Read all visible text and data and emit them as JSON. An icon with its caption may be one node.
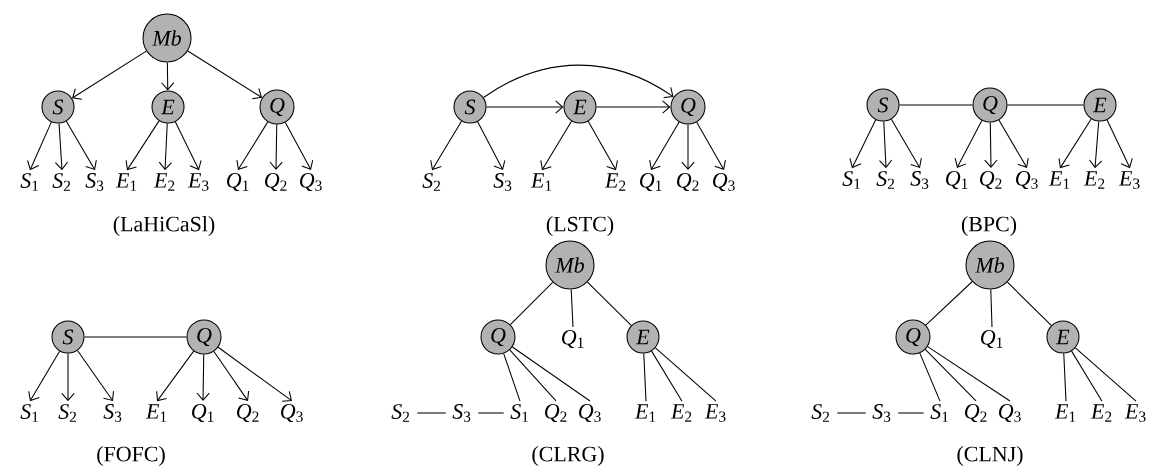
{
  "diagram": {
    "nodes": [
      {
        "text": [
          "*Mb*"
        ]
      },
      {
        "text": [
          "*S*"
        ]
      },
      {
        "text": [
          "*E*"
        ]
      },
      {
        "text": [
          "*Q*"
        ]
      },
      {
        "text": [
          "*S*$_{1}$"
        ]
      },
      {
        "text": [
          "*S*$_{2}$"
        ]
      },
      {
        "text": [
          "*S*$_{3}$"
        ]
      },
      {
        "text": [
          "*E*$_{1}$"
        ]
      },
      {
        "text": [
          "*E*$_{2}$"
        ]
      },
      {
        "text": [
          "*E*$_{3}$"
        ]
      },
      {
        "text": [
          "*Q*$_{1}$"
        ]
      },
      {
        "text": [
          "*Q*$_{2}$"
        ]
      },
      {
        "text": [
          "*Q*$_{3}$"
        ]
      },
      {
        "text": [
          "*S*"
        ]
      },
      {
        "text": [
          "*E*"
        ]
      },
      {
        "text": [
          "*Q*"
        ]
      },
      {
        "text": [
          "*S*$_{2}$"
        ]
      },
      {
        "text": [
          "*S*$_{3}$"
        ]
      },
      {
        "text": [
          "*E*$_{1}$"
        ]
      },
      {
        "text": [
          "*E*$_{2}$"
        ]
      },
      {
        "text": [
          "*Q*$_{1}$"
        ]
      },
      {
        "text": [
          "*Q*$_{2}$"
        ]
      },
      {
        "text": [
          "*Q*$_{3}$"
        ]
      },
      {
        "text": [
          "*S*"
        ]
      },
      {
        "text": [
          "*Q*"
        ]
      },
      {
        "text": [
          "*E*"
        ]
      },
      {
        "text": [
          "*S*$_{1}$"
        ]
      },
      {
        "text": [
          "*S*$_{2}$"
        ]
      },
      {
        "text": [
          "*S*$_{3}$"
        ]
      },
      {
        "text": [
          "*Q*$_{1}$"
        ]
      },
      {
        "text": [
          "*Q*$_{2}$"
        ]
      },
      {
        "text": [
          "*Q*$_{3}$"
        ]
      },
      {
        "text": [
          "*E*$_{1}$"
        ]
      },
      {
        "text": [
          "*E*$_{2}$"
        ]
      },
      {
        "text": [
          "*E*$_{3}$"
        ]
      },
      {
        "text": [
          "*S*"
        ]
      },
      {
        "text": [
          "*Q*"
        ]
      },
      {
        "text": [
          "*S*$_{1}$"
        ]
      },
      {
        "text": [
          "*S*$_{2}$"
        ]
      },
      {
        "text": [
          "*S*$_{3}$"
        ]
      },
      {
        "text": [
          "*E*$_{1}$"
        ]
      },
      {
        "text": [
          "*Q*$_{1}$"
        ]
      },
      {
        "text": [
          "*Q*$_{2}$"
        ]
      },
      {
        "text": [
          "*Q*$_{3}$"
        ]
      },
      {
        "text": [
          "*Mb*"
        ]
      },
      {
        "text": [
          "*Q*"
        ]
      },
      {
        "text": [
          "*Q*$_{1}$"
        ]
      },
      {
        "text": [
          "*E*"
        ]
      },
      {
        "text": [
          "*S*$_{2}$"
        ]
      },
      {
        "text": [
          "*S*$_{3}$"
        ]
      },
      {
        "text": [
          "*S*$_{1}$"
        ]
      },
      {
        "text": [
          "*Q*$_{2}$"
        ]
      },
      {
        "text": [
          "*Q*$_{3}$"
        ]
      },
      {
        "text": [
          "*E*$_{1}$"
        ]
      },
      {
        "text": [
          "*E*$_{2}$"
        ]
      },
      {
        "text": [
          "*E*$_{3}$"
        ]
      },
      {
        "text": [
          "*Mb*"
        ]
      },
      {
        "text": [
          "*Q*"
        ]
      },
      {
        "text": [
          "*Q*$_{1}$"
        ]
      },
      {
        "text": [
          "*E*"
        ]
      },
      {
        "text": [
          "*S*$_{2}$"
        ]
      },
      {
        "text": [
          "*S*$_{3}$"
        ]
      },
      {
        "text": [
          "*S*$_{1}$"
        ]
      },
      {
        "text": [
          "*Q*$_{2}$"
        ]
      },
      {
        "text": [
          "*Q*$_{3}$"
        ]
      },
      {
        "text": [
          "*E*$_{1}$"
        ]
      },
      {
        "text": [
          "*E*$_{2}$"
        ]
      },
      {
        "text": [
          "*E*$_{3}$"
        ]
      }
    ],
    "edges": [
      {
        "from": 0,
        "to": 1,
        "arrow": "to"
      },
      {
        "from": 0,
        "to": 2,
        "arrow": "to"
      },
      {
        "from": 0,
        "to": 3,
        "arrow": "to"
      },
      {
        "from": 1,
        "to": 4,
        "arrow": "to"
      },
      {
        "from": 1,
        "to": 5,
        "arrow": "to"
      },
      {
        "from": 1,
        "to": 6,
        "arrow": "to"
      },
      {
        "from": 2,
        "to": 7,
        "arrow": "to"
      },
      {
        "from": 2,
        "to": 8,
        "arrow": "to"
      },
      {
        "from": 2,
        "to": 9,
        "arrow": "to"
      },
      {
        "from": 3,
        "to": 10,
        "arrow": "to"
      },
      {
        "from": 3,
        "to": 11,
        "arrow": "to"
      },
      {
        "from": 3,
        "to": 12,
        "arrow": "to"
      },
      {
        "from": 13,
        "to": 14,
        "arrow": "to"
      },
      {
        "from": 14,
        "to": 15,
        "arrow": "to"
      },
      {
        "from": 13,
        "to": 15,
        "arrow": "to"
      },
      {
        "from": 13,
        "to": 16,
        "arrow": "to"
      },
      {
        "from": 13,
        "to": 17,
        "arrow": "to"
      },
      {
        "from": 14,
        "to": 18,
        "arrow": "to"
      },
      {
        "from": 14,
        "to": 19,
        "arrow": "to"
      },
      {
        "from": 15,
        "to": 20,
        "arrow": "to"
      },
      {
        "from": 15,
        "to": 21,
        "arrow": "to"
      },
      {
        "from": 15,
        "to": 22,
        "arrow": "to"
      },
      {
        "from": 23,
        "to": 24,
        "arrow": "none"
      },
      {
        "from": 24,
        "to": 25,
        "arrow": "none"
      },
      {
        "from": 23,
        "to": 26,
        "arrow": "to"
      },
      {
        "from": 23,
        "to": 27,
        "arrow": "to"
      },
      {
        "from": 23,
        "to": 28,
        "arrow": "to"
      },
      {
        "from": 24,
        "to": 29,
        "arrow": "to"
      },
      {
        "from": 24,
        "to": 30,
        "arrow": "to"
      },
      {
        "from": 24,
        "to": 31,
        "arrow": "to"
      },
      {
        "from": 25,
        "to": 32,
        "arrow": "to"
      },
      {
        "from": 25,
        "to": 33,
        "arrow": "to"
      },
      {
        "from": 25,
        "to": 34,
        "arrow": "to"
      },
      {
        "from": 35,
        "to": 36,
        "arrow": "none"
      },
      {
        "from": 35,
        "to": 37,
        "arrow": "to"
      },
      {
        "from": 35,
        "to": 38,
        "arrow": "to"
      },
      {
        "from": 35,
        "to": 39,
        "arrow": "to"
      },
      {
        "from": 36,
        "to": 40,
        "arrow": "to"
      },
      {
        "from": 36,
        "to": 41,
        "arrow": "to"
      },
      {
        "from": 36,
        "to": 42,
        "arrow": "to"
      },
      {
        "from": 36,
        "to": 43,
        "arrow": "to"
      },
      {
        "from": 44,
        "to": 45,
        "arrow": "none"
      },
      {
        "from": 44,
        "to": 46,
        "arrow": "none"
      },
      {
        "from": 44,
        "to": 47,
        "arrow": "none"
      },
      {
        "from": 48,
        "to": 49,
        "arrow": "none"
      },
      {
        "from": 49,
        "to": 50,
        "arrow": "none"
      },
      {
        "from": 45,
        "to": 50,
        "arrow": "none"
      },
      {
        "from": 45,
        "to": 51,
        "arrow": "none"
      },
      {
        "from": 45,
        "to": 52,
        "arrow": "none"
      },
      {
        "from": 47,
        "to": 53,
        "arrow": "none"
      },
      {
        "from": 47,
        "to": 54,
        "arrow": "none"
      },
      {
        "from": 47,
        "to": 55,
        "arrow": "none"
      },
      {
        "from": 56,
        "to": 57,
        "arrow": "none"
      },
      {
        "from": 56,
        "to": 58,
        "arrow": "none"
      },
      {
        "from": 56,
        "to": 59,
        "arrow": "none"
      },
      {
        "from": 60,
        "to": 61,
        "arrow": "none"
      },
      {
        "from": 61,
        "to": 62,
        "arrow": "none"
      },
      {
        "from": 57,
        "to": 62,
        "arrow": "none"
      },
      {
        "from": 57,
        "to": 63,
        "arrow": "none"
      },
      {
        "from": 57,
        "to": 64,
        "arrow": "none"
      },
      {
        "from": 59,
        "to": 65,
        "arrow": "none"
      },
      {
        "from": 59,
        "to": 66,
        "arrow": "none"
      },
      {
        "from": 59,
        "to": 67,
        "arrow": "none"
      }
    ],
    "labels": [
      "(LaHiCaSl)",
      "(LSTC)",
      "(BPC)",
      "(FOFC)",
      "(CLRG)",
      "(CLNJ)"
    ]
  }
}
